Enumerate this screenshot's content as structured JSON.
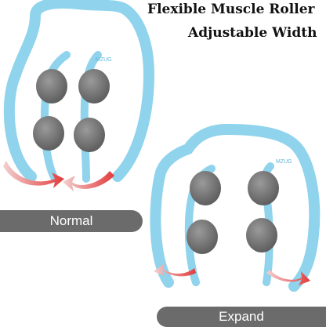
{
  "heading": {
    "line1": "Flexible Muscle Roller",
    "line2": "Adjustable Width"
  },
  "labels": {
    "normal": "Normal",
    "expand": "Expand"
  },
  "brand": {
    "mark": "MZUG"
  },
  "colors": {
    "frame": "#8fd3ec",
    "frame_dark": "#5fb6d8",
    "roller": "#7b7b7b",
    "roller_dark": "#5d5d5d",
    "arrow": "#e23b3b",
    "label_bar": "#6b6b6b"
  },
  "icons": [
    "curved-arrow-icon"
  ]
}
